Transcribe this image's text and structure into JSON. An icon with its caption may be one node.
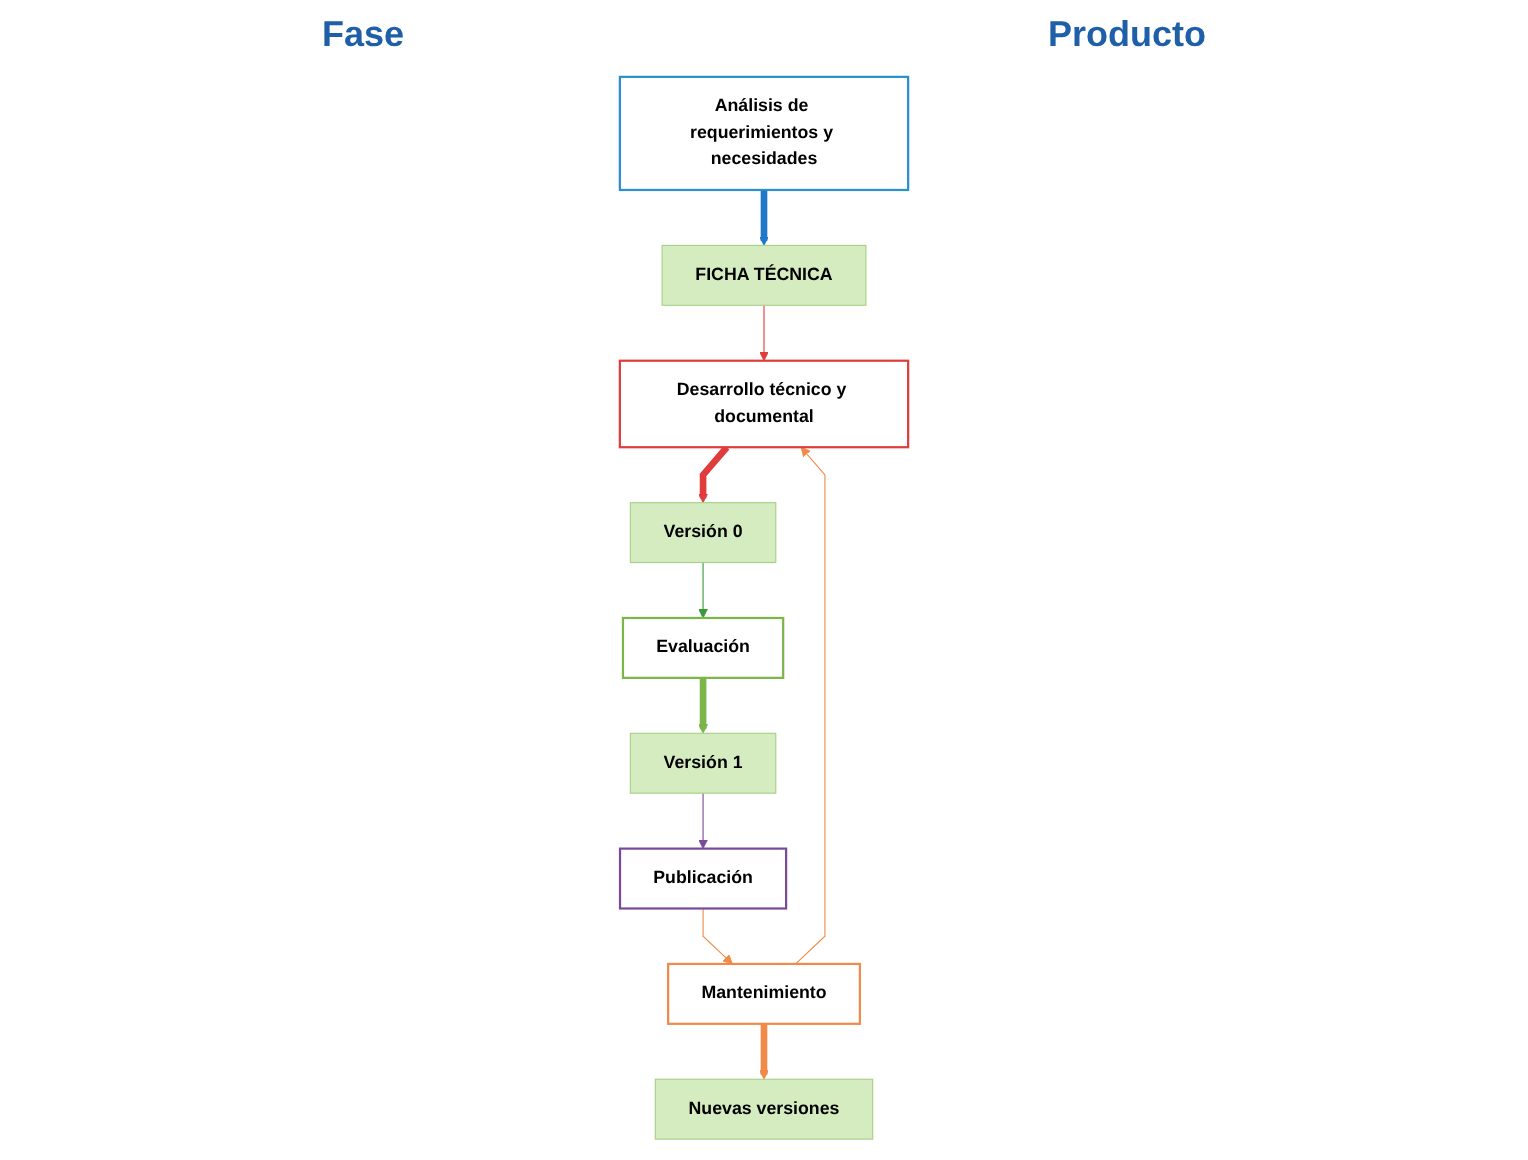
{
  "diagram": {
    "nodes": [
      {
        "text": [
          "Análisis de requerimientos y necesidades"
        ]
      },
      {
        "text": [
          "FICHA TÉCNICA"
        ]
      },
      {
        "text": [
          "Desarrollo técnico y documental"
        ]
      },
      {
        "text": [
          "Versión 0"
        ]
      },
      {
        "text": [
          "Evaluación"
        ]
      },
      {
        "text": [
          "Versión 1"
        ]
      },
      {
        "text": [
          "Publicación"
        ]
      },
      {
        "text": [
          "Mantenimiento"
        ]
      },
      {
        "text": [
          "Nuevas versiones"
        ]
      }
    ],
    "edges": [
      {
        "from": 0,
        "to": 1,
        "arrow": "to",
        "style": "thick",
        "color": "#1f78c8"
      },
      {
        "from": 1,
        "to": 2,
        "arrow": "to",
        "color": "#e03c3c"
      },
      {
        "from": 2,
        "to": 3,
        "arrow": "to",
        "style": "thick",
        "color": "#e03c3c"
      },
      {
        "from": 3,
        "to": 4,
        "arrow": "to",
        "color": "#3a9a3a"
      },
      {
        "from": 4,
        "to": 5,
        "arrow": "to",
        "style": "thick",
        "color": "#7ab648"
      },
      {
        "from": 5,
        "to": 6,
        "arrow": "to",
        "color": "#7a4a9a"
      },
      {
        "from": 6,
        "to": 7,
        "arrow": "to",
        "color": "#f08a48"
      },
      {
        "from": 7,
        "to": 8,
        "arrow": "to",
        "style": "thick",
        "color": "#f08a48"
      },
      {
        "from": 7,
        "to": 2,
        "arrow": "to",
        "color": "#f08a48"
      }
    ],
    "labels": [
      "Fase",
      "Producto"
    ]
  }
}
